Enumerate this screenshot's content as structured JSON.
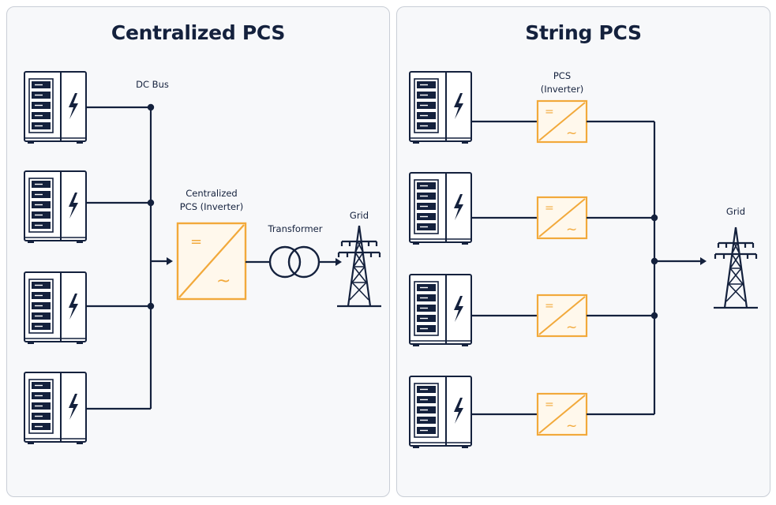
{
  "left_panel": {
    "title": "Centralized PCS",
    "dc_bus_label": "DC Bus",
    "inverter_label_line1": "Centralized",
    "inverter_label_line2": "PCS (Inverter)",
    "transformer_label": "Transformer",
    "grid_label": "Grid"
  },
  "right_panel": {
    "title": "String PCS",
    "inverter_label_line1": "PCS",
    "inverter_label_line2": "(Inverter)",
    "grid_label": "Grid"
  },
  "symbols": {
    "dc": "=",
    "ac": "~"
  },
  "icons": [
    "battery-cabinet-icon",
    "lightning-bolt-icon",
    "inverter-icon",
    "transformer-icon",
    "transmission-tower-icon",
    "arrow-right-icon"
  ],
  "colors": {
    "line": "#14213d",
    "inverter": "#f2a93b",
    "inverter_fill": "#fff8ec",
    "panel_bg": "#f7f8fa"
  }
}
